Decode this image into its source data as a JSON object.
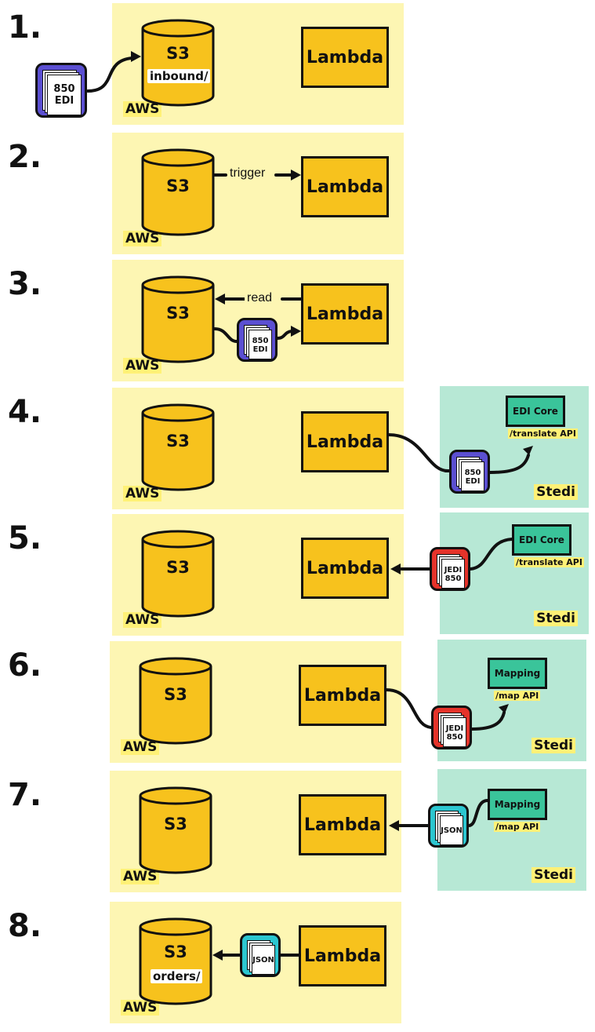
{
  "steps": [
    {
      "num": "1.",
      "aws": "AWS",
      "s3": "S3",
      "s3_path": "inbound/",
      "lambda": "Lambda",
      "doc": [
        "850",
        "EDI"
      ]
    },
    {
      "num": "2.",
      "aws": "AWS",
      "s3": "S3",
      "lambda": "Lambda",
      "edge": "trigger"
    },
    {
      "num": "3.",
      "aws": "AWS",
      "s3": "S3",
      "lambda": "Lambda",
      "edge": "read",
      "doc": [
        "850",
        "EDI"
      ]
    },
    {
      "num": "4.",
      "aws": "AWS",
      "s3": "S3",
      "lambda": "Lambda",
      "doc": [
        "850",
        "EDI"
      ],
      "stedi": "Stedi",
      "service": "EDI Core",
      "api": "/translate API"
    },
    {
      "num": "5.",
      "aws": "AWS",
      "s3": "S3",
      "lambda": "Lambda",
      "doc": [
        "JEDI",
        "850"
      ],
      "stedi": "Stedi",
      "service": "EDI Core",
      "api": "/translate API"
    },
    {
      "num": "6.",
      "aws": "AWS",
      "s3": "S3",
      "lambda": "Lambda",
      "doc": [
        "JEDI",
        "850"
      ],
      "stedi": "Stedi",
      "service": "Mapping",
      "api": "/map API"
    },
    {
      "num": "7.",
      "aws": "AWS",
      "s3": "S3",
      "lambda": "Lambda",
      "doc": [
        "JSON"
      ],
      "stedi": "Stedi",
      "service": "Mapping",
      "api": "/map API"
    },
    {
      "num": "8.",
      "aws": "AWS",
      "s3": "S3",
      "s3_path": "orders/",
      "lambda": "Lambda",
      "doc": [
        "JSON"
      ]
    }
  ],
  "colors": {
    "aws_bg": "#fdf6b3",
    "stedi_bg": "#b7e8d5",
    "s3_fill": "#f7c21d",
    "lambda_fill": "#f7c21d",
    "service_fill": "#3ac49a",
    "label_highlight": "#fff176",
    "edi_doc": "#5b4fd1",
    "jedi_doc": "#e5332a",
    "json_doc": "#2cc6d0"
  },
  "icons": {
    "s3": "bucket-cylinder-icon",
    "doc": "document-stack-icon",
    "arrow": "arrow-icon"
  }
}
